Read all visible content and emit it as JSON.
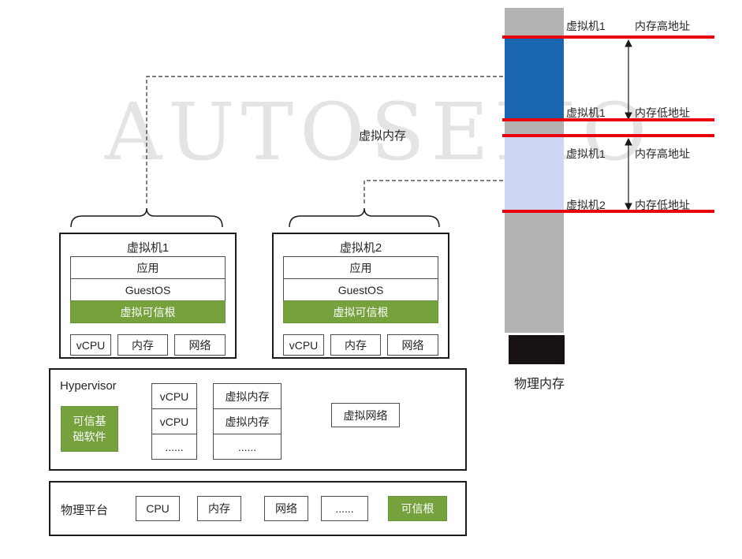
{
  "watermark": "AUTOSEMO",
  "virtual_memory_label": "虚拟内存",
  "physical_memory_label": "物理内存",
  "memory_annotations": [
    {
      "vm": "虚拟机1",
      "addr": "内存高地址"
    },
    {
      "vm": "虚拟机1",
      "addr": "内存低地址"
    },
    {
      "vm": "虚拟机1",
      "addr": "内存高地址"
    },
    {
      "vm": "虚拟机2",
      "addr": "内存低地址"
    }
  ],
  "vm1": {
    "title": "虚拟机1",
    "layers": [
      "应用",
      "GuestOS",
      "虚拟可信根"
    ],
    "resources": [
      "vCPU",
      "内存",
      "网络"
    ]
  },
  "vm2": {
    "title": "虚拟机2",
    "layers": [
      "应用",
      "GuestOS",
      "虚拟可信根"
    ],
    "resources": [
      "vCPU",
      "内存",
      "网络"
    ]
  },
  "hypervisor": {
    "title": "Hypervisor",
    "trusted_base_software": "可信基\n础软件",
    "vcpu_column": [
      "vCPU",
      "vCPU",
      "......"
    ],
    "vmem_column": [
      "虚拟内存",
      "虚拟内存",
      "......"
    ],
    "virtual_network": "虚拟网络"
  },
  "physical_platform": {
    "title": "物理平台",
    "components": [
      "CPU",
      "内存",
      "网络",
      "......"
    ],
    "trusted_root": "可信根"
  },
  "colors": {
    "green": "#76a23e",
    "dark_blue": "#1b66b0",
    "light_blue": "#cdd7f3",
    "gray": "#b3b3b3",
    "black_block": "#181112",
    "red": "#e8000d"
  }
}
